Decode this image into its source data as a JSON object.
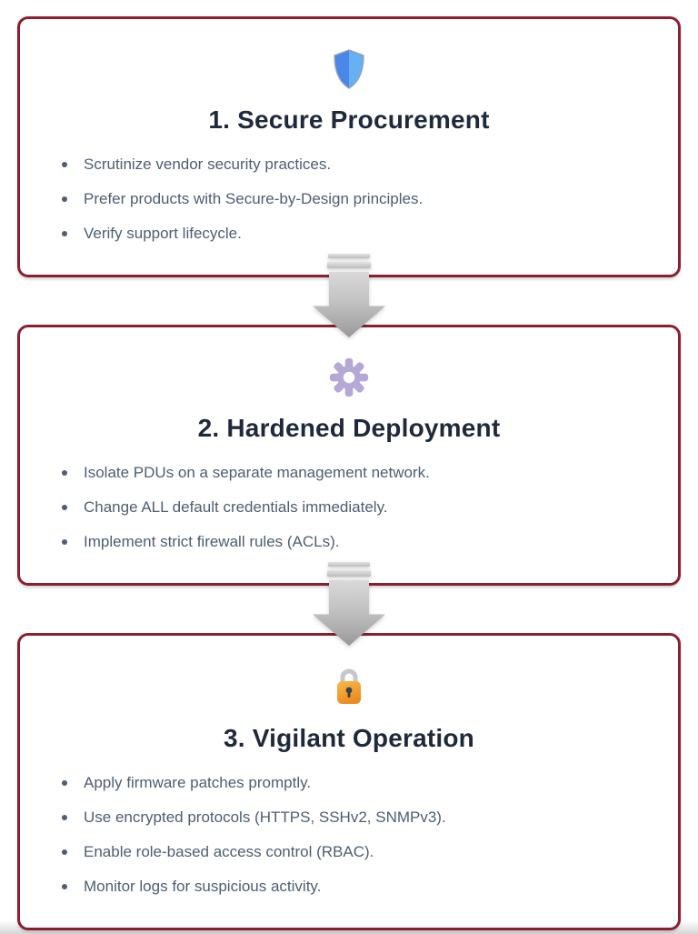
{
  "accent": {
    "box_border_color": "#8b1f30",
    "title_color": "#1e293b",
    "bullet_color": "#4d5e74",
    "arrow_color": "#bdbdbd",
    "shield_blue_left": "#4a87e8",
    "shield_blue_right": "#66b0f4",
    "gear_lavender": "#b5a8d6",
    "lock_orange": "#ef9426"
  },
  "sections": [
    {
      "icon": "shield-icon",
      "title": "1. Secure Procurement",
      "bullets": [
        "Scrutinize vendor security practices.",
        "Prefer products with Secure-by-Design principles.",
        "Verify support lifecycle."
      ]
    },
    {
      "icon": "gear-icon",
      "title": "2. Hardened Deployment",
      "bullets": [
        "Isolate PDUs on a separate management network.",
        "Change ALL default credentials immediately.",
        "Implement strict firewall rules (ACLs)."
      ]
    },
    {
      "icon": "lock-icon",
      "title": "3. Vigilant Operation",
      "bullets": [
        "Apply firmware patches promptly.",
        "Use encrypted protocols (HTTPS, SSHv2, SNMPv3).",
        "Enable role-based access control (RBAC).",
        "Monitor logs for suspicious activity."
      ]
    }
  ]
}
